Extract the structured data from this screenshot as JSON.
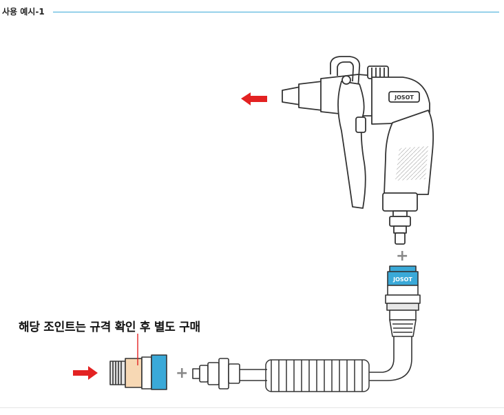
{
  "header": {
    "title": "사용 예시-1"
  },
  "diagram": {
    "gun_label": "JOSOT",
    "coupler_label": "JOSOT",
    "note": "해당 조인트는 규격 확인 후 별도 구매",
    "plus_sign": "+",
    "arrow_color": "#e32222",
    "accent_color": "#3aa9d8"
  }
}
